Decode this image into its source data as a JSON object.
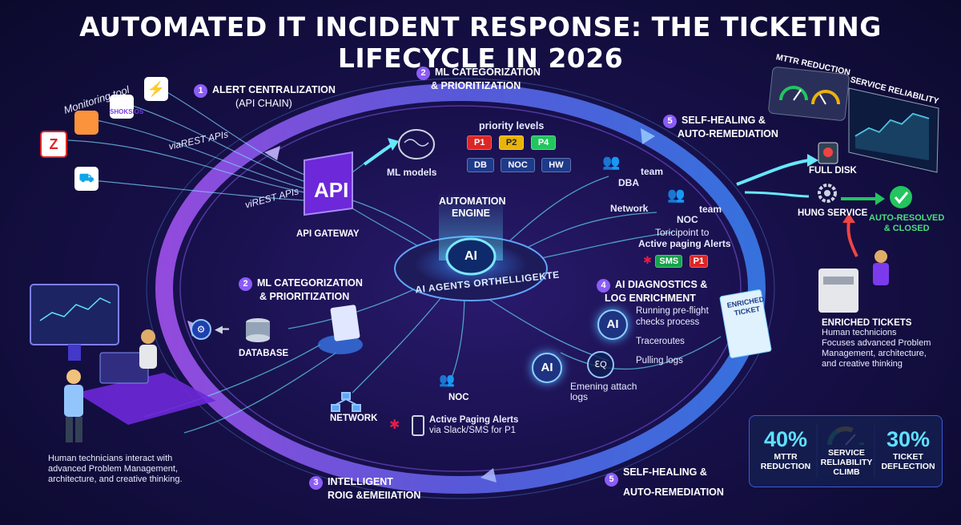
{
  "title": "AUTOMATED IT INCIDENT RESPONSE: THE TICKETING LIFECYCLE IN 2026",
  "sources": {
    "monitoring_label": "Monitoring tool",
    "via_rest_1": "viaREST APIs",
    "via_rest_2": "viREST APIs",
    "z_glyph": "Z",
    "small_logo_text": "SHOKSIOS"
  },
  "step1": {
    "num": "1",
    "line1": "ALERT CENTRALIZATION",
    "line2": "(API CHAIN)"
  },
  "api": {
    "box_text": "API",
    "gateway_label": "API GATEWAY"
  },
  "step2_top": {
    "num": "2",
    "line1": "ML CATEGORIZATION",
    "line2": "& PRIORITIZATION"
  },
  "ml": {
    "models_label": "ML models",
    "priority_label": "priority levels",
    "priorities": [
      "P1",
      "P2",
      "P4"
    ],
    "categories": [
      "DB",
      "NOC",
      "HW"
    ]
  },
  "engine": {
    "line1": "AUTOMATION",
    "line2": "ENGINE",
    "core": "AI",
    "ring_text": "AI AGENTS ORTHELLIGEKTE"
  },
  "step5_top": {
    "num": "5",
    "line1": "SELF-HEALING &",
    "line2": "AUTO-REMEDIATION"
  },
  "routing": {
    "dba_label": "DBA",
    "team1": "team",
    "network_label": "Network",
    "noc_label": "NOC",
    "team2": "team",
    "paging_line1": "Toricipoint to",
    "paging_line2": "Active paging Alerts",
    "sms": "SMS",
    "p1": "P1"
  },
  "remediation": {
    "full_disk": "FULL DISK",
    "hung_service": "HUNG SERVICE",
    "resolved_line1": "AUTO-RESOLVED",
    "resolved_line2": "& CLOSED"
  },
  "gauges": {
    "mttr_title": "MTTR REDUCTION",
    "reliability_title": "SERVICE RELIABILITY"
  },
  "step2_left": {
    "num": "2",
    "line1": "ML CATEGORIZATION",
    "line2": "& PRIORITIZATION",
    "database_label": "DATABASE"
  },
  "step4": {
    "num": "4",
    "line1": "AI DIAGNOSTICS &",
    "line2": "LOG ENRICHMENT",
    "bullets": [
      "Running pre-flight checks process",
      "Traceroutes",
      "Pulling logs"
    ],
    "ai": "AI",
    "attach_line1": "Emening attach",
    "attach_line2": "logs",
    "search_glyph": "ℇQ"
  },
  "enriched": {
    "card_line1": "ENRICHED",
    "card_line2": "TICKET",
    "title": "ENRICHED TICKETS",
    "desc": [
      "Human technicions",
      "Focuses advanced Problem",
      "Management, architecture,",
      "and creative thinking"
    ]
  },
  "bottom": {
    "network_label": "NETWORK",
    "noc_label": "NOC",
    "paging_line1": "Active Paging Alerts",
    "paging_line2": "via Slack/SMS for P1",
    "step3_num": "3",
    "step3_line1": "INTELLIGENT",
    "step3_line2": "ROIG &EMEIIATION",
    "step5_num": "5",
    "step5_line1": "SELF-HEALING &",
    "step5_line2": "AUTO-REMEDIATION"
  },
  "human_text": [
    "Human technicians interact with",
    "advanced Problem Management,",
    "architecture, and creative thinking."
  ],
  "stats": [
    {
      "value": "40%",
      "label1": "MTTR",
      "label2": "REDUCTION"
    },
    {
      "value": "",
      "label1": "SERVICE",
      "label2": "RELIABILITY",
      "label3": "CLIMB"
    },
    {
      "value": "30%",
      "label1": "TICKET",
      "label2": "DEFLECTION"
    }
  ],
  "colors": {
    "accent": "#8b5cf6",
    "cyan": "#5ee1ff",
    "green": "#22c55e",
    "red": "#dc2626",
    "yellow": "#eab308"
  }
}
